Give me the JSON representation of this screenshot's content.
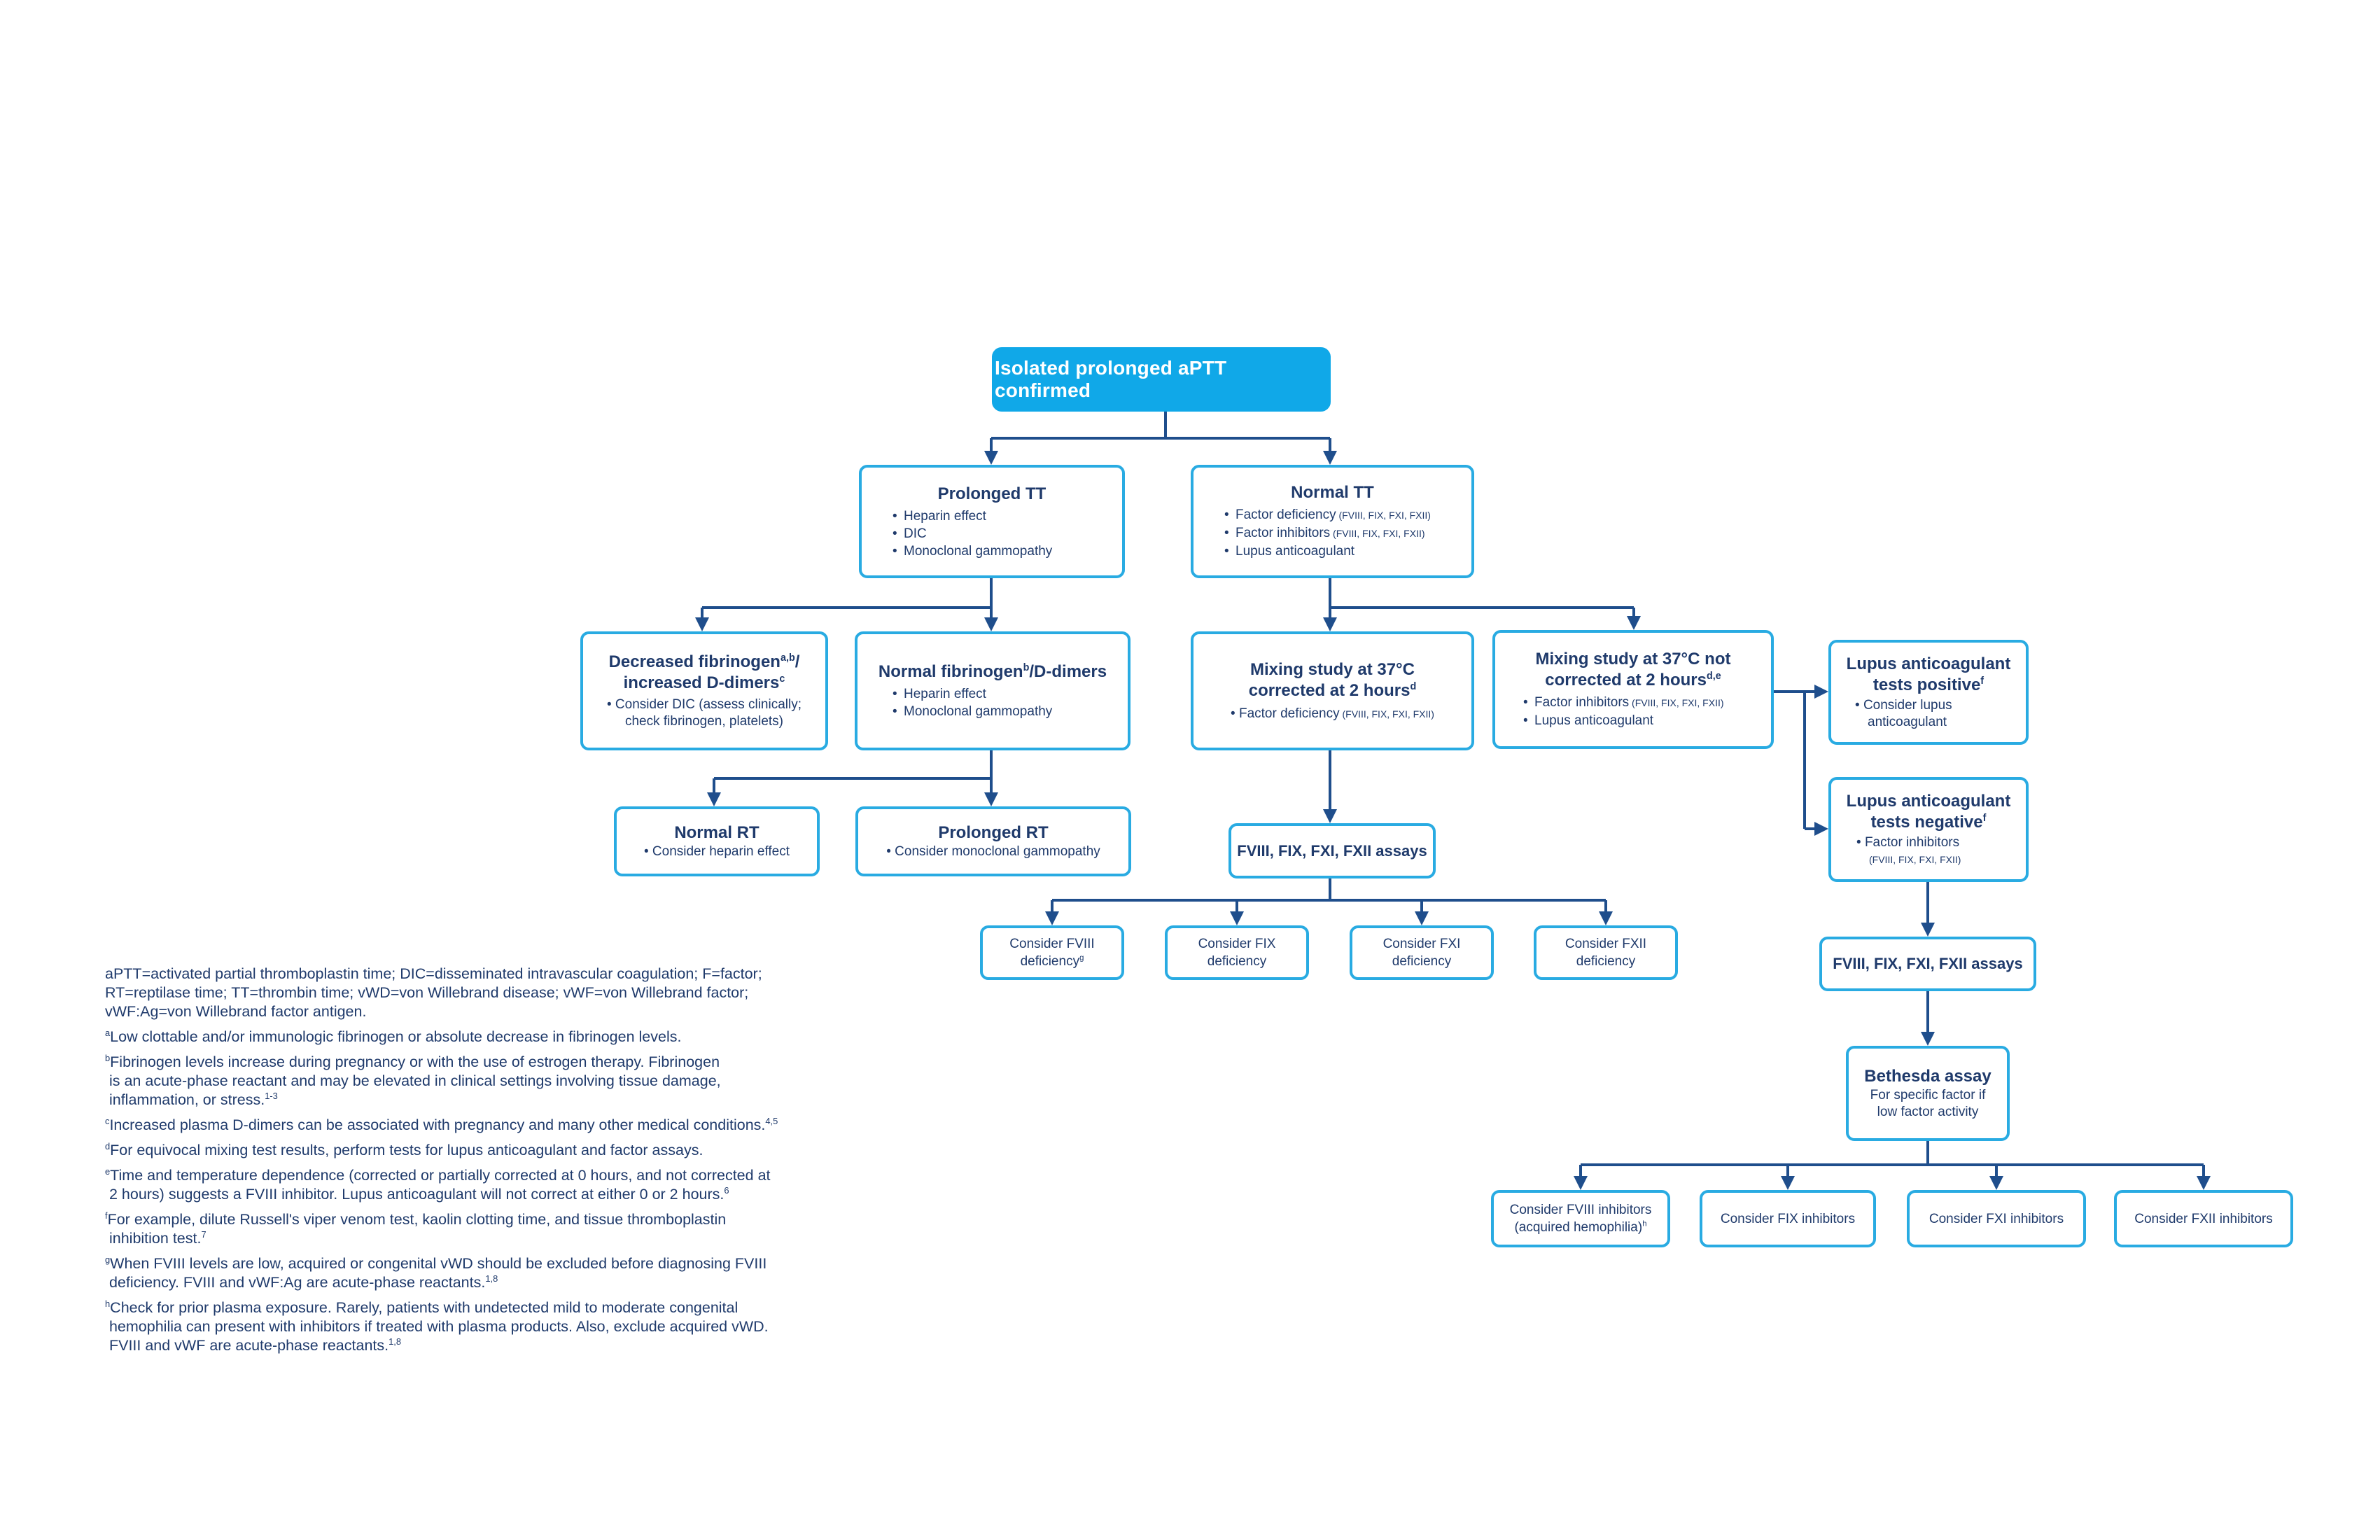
{
  "root": {
    "title": "Isolated prolonged aPTT confirmed"
  },
  "prolonged_tt": {
    "title": "Prolonged TT",
    "bullets": [
      "Heparin effect",
      "DIC",
      "Monoclonal gammopathy"
    ]
  },
  "normal_tt": {
    "title": "Normal TT",
    "bullets": [
      {
        "text": "Factor deficiency",
        "small": " (FVIII, FIX, FXI, FXII)"
      },
      {
        "text": "Factor inhibitors",
        "small": " (FVIII, FIX, FXI, FXII)"
      },
      {
        "text": "Lupus anticoagulant",
        "small": ""
      }
    ]
  },
  "decreased_fib": {
    "title_a": "Decreased fibrinogen",
    "sup_a": "a,b",
    "title_b": "/",
    "title_c": "increased D-dimers",
    "sup_c": "c",
    "bullet_a": "Consider DIC (assess clinically;",
    "bullet_b": "check fibrinogen, platelets)"
  },
  "normal_fib": {
    "title_a": "Normal fibrinogen",
    "sup_a": "b",
    "title_b": "/D-dimers",
    "bullets": [
      "Heparin effect",
      "Monoclonal gammopathy"
    ]
  },
  "mix_corrected": {
    "title_a": "Mixing study at 37°C",
    "title_b": "corrected at 2 hours",
    "sup_b": "d",
    "bullet_text": "Factor deficiency",
    "bullet_small": " (FVIII, FIX, FXI, FXII)"
  },
  "mix_not_corrected": {
    "title_a": "Mixing study at 37°C not",
    "title_b": "corrected at 2 hours",
    "sup_b": "d,e",
    "bullets": [
      {
        "text": "Factor inhibitors",
        "small": " (FVIII, FIX, FXI, FXII)"
      },
      {
        "text": "Lupus anticoagulant",
        "small": ""
      }
    ]
  },
  "lupus_pos": {
    "title_a": "Lupus anticoagulant",
    "title_b": "tests positive",
    "sup_b": "f",
    "bullet_a": "Consider lupus",
    "bullet_b": "anticoagulant"
  },
  "lupus_neg": {
    "title_a": "Lupus anticoagulant",
    "title_b": "tests negative",
    "sup_b": "f",
    "bullet_a": "Factor inhibitors",
    "bullet_b": "(FVIII, FIX, FXI, FXII)"
  },
  "normal_rt": {
    "title": "Normal RT",
    "bullet": "Consider heparin effect"
  },
  "prolonged_rt": {
    "title": "Prolonged RT",
    "bullet": "Consider monoclonal gammopathy"
  },
  "assays_left": {
    "title": "FVIII, FIX, FXI, FXII assays"
  },
  "assays_right": {
    "title": "FVIII, FIX, FXI, FXII assays"
  },
  "consider_deficiency": [
    {
      "line_a": "Consider FVIII",
      "line_b": "deficiency",
      "sup": "g"
    },
    {
      "line_a": "Consider FIX",
      "line_b": "deficiency",
      "sup": ""
    },
    {
      "line_a": "Consider FXI",
      "line_b": "deficiency",
      "sup": ""
    },
    {
      "line_a": "Consider FXII",
      "line_b": "deficiency",
      "sup": ""
    }
  ],
  "bethesda": {
    "title": "Bethesda assay",
    "line_a": "For specific factor if",
    "line_b": "low factor activity"
  },
  "consider_inhibitors": [
    {
      "line_a": "Consider FVIII inhibitors",
      "line_b": "(acquired hemophilia)",
      "sup": "h"
    },
    {
      "line_a": "Consider FIX inhibitors",
      "line_b": "",
      "sup": ""
    },
    {
      "line_a": "Consider FXI inhibitors",
      "line_b": "",
      "sup": ""
    },
    {
      "line_a": "Consider FXII inhibitors",
      "line_b": "",
      "sup": ""
    }
  ],
  "footnotes": {
    "abbrev": [
      "aPTT=activated partial thromboplastin time; DIC=disseminated intravascular coagulation; F=factor;",
      "RT=reptilase time; TT=thrombin time; vWD=von Willebrand disease; vWF=von Willebrand factor;",
      "vWF:Ag=von Willebrand factor antigen."
    ],
    "notes": [
      {
        "mark": "a",
        "lines": [
          "Low clottable and/or immunologic fibrinogen or absolute decrease in fibrinogen levels."
        ],
        "ref": ""
      },
      {
        "mark": "b",
        "lines": [
          "Fibrinogen levels increase during pregnancy or with the use of estrogen therapy. Fibrinogen",
          " is an acute-phase reactant and may be elevated in clinical settings involving tissue damage,",
          " inflammation, or stress."
        ],
        "ref": "1-3"
      },
      {
        "mark": "c",
        "lines": [
          "Increased plasma D-dimers can be associated with pregnancy and many other medical conditions."
        ],
        "ref": "4,5"
      },
      {
        "mark": "d",
        "lines": [
          "For equivocal mixing test results, perform tests for lupus anticoagulant and factor assays."
        ],
        "ref": ""
      },
      {
        "mark": "e",
        "lines": [
          "Time and temperature dependence (corrected or partially corrected at 0 hours, and not corrected at",
          " 2 hours) suggests a FVIII inhibitor. Lupus anticoagulant will not correct at either 0 or 2 hours."
        ],
        "ref": "6"
      },
      {
        "mark": "f",
        "lines": [
          "For example, dilute Russell's viper venom test, kaolin clotting time, and tissue thromboplastin",
          " inhibition test."
        ],
        "ref": "7"
      },
      {
        "mark": "g",
        "lines": [
          "When FVIII levels are low, acquired or congenital vWD should be excluded before diagnosing FVIII",
          " deficiency. FVIII and vWF:Ag are acute-phase reactants."
        ],
        "ref": "1,8"
      },
      {
        "mark": "h",
        "lines": [
          "Check for prior plasma exposure. Rarely, patients with undetected mild to moderate congenital",
          " hemophilia can present with inhibitors if treated with plasma products. Also, exclude acquired vWD.",
          " FVIII and vWF are acute-phase reactants."
        ],
        "ref": "1,8"
      }
    ]
  },
  "colors": {
    "box_border": "#29abe2",
    "root_fill": "#10a8e8",
    "connector": "#1f4e8c",
    "text": "#1f3a6b"
  }
}
